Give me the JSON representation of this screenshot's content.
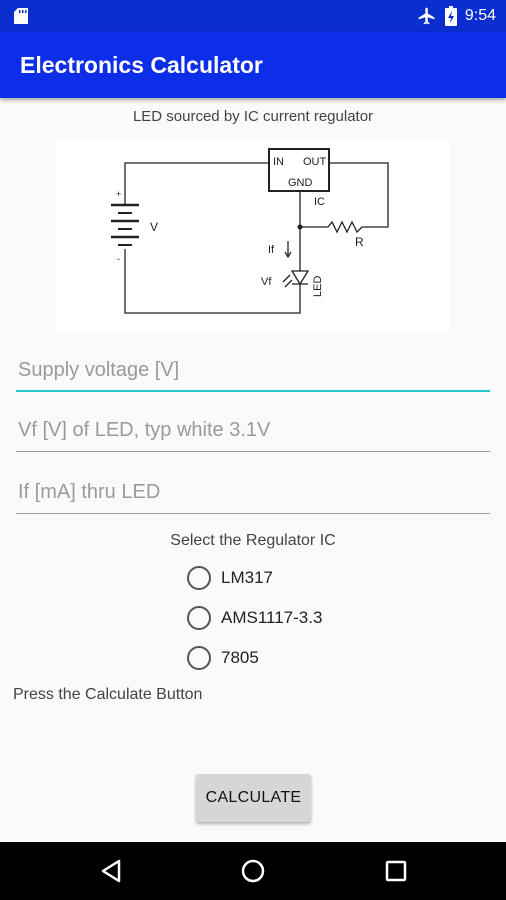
{
  "status_bar": {
    "time": "9:54",
    "icons": [
      "sd-card-icon",
      "airplane-icon",
      "battery-icon"
    ]
  },
  "app_bar": {
    "title": "Electronics Calculator"
  },
  "diagram": {
    "caption": "LED sourced by IC current regulator",
    "labels": {
      "in": "IN",
      "out": "OUT",
      "gnd": "GND",
      "ic": "IC",
      "v": "V",
      "plus": "+",
      "minus": "-",
      "r": "R",
      "if": "If",
      "vf": "Vf",
      "led": "LED"
    }
  },
  "inputs": {
    "supply": {
      "placeholder": "Supply voltage [V]",
      "value": ""
    },
    "vf": {
      "placeholder": "Vf [V] of LED, typ white 3.1V",
      "value": ""
    },
    "if": {
      "placeholder": "If [mA] thru LED",
      "value": ""
    }
  },
  "regulator": {
    "label": "Select the Regulator IC",
    "options": [
      "LM317",
      "AMS1117-3.3",
      "7805"
    ]
  },
  "hint": "Press the Calculate Button",
  "calculate_label": "CALCULATE",
  "colors": {
    "status_bar": "#0a2ed0",
    "app_bar": "#0d2ee8",
    "focus_accent": "#26c6c6"
  }
}
